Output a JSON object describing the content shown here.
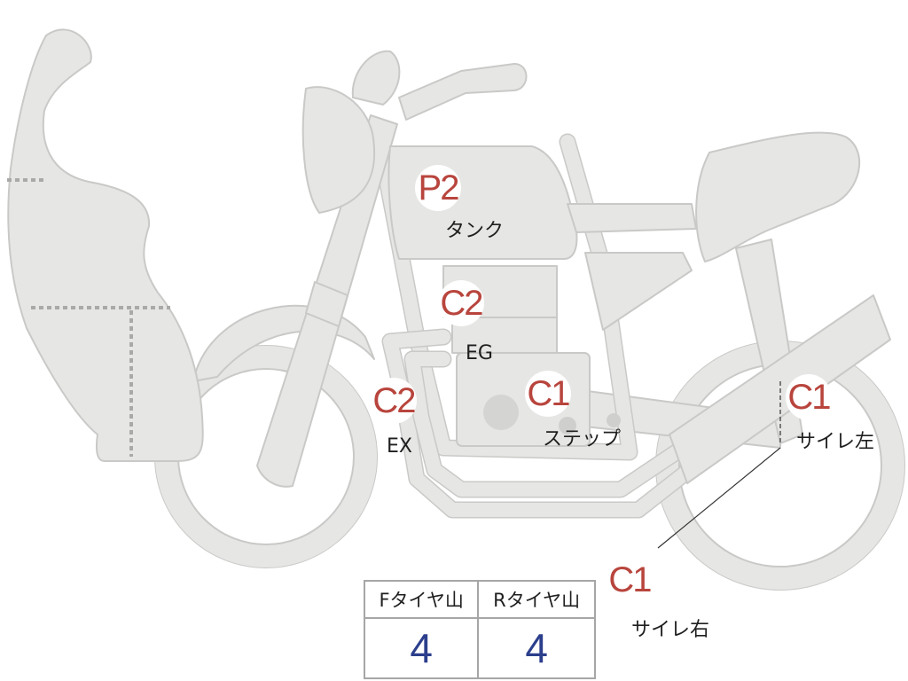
{
  "points": {
    "tank": {
      "grade": "P2",
      "label": "タンク"
    },
    "engine": {
      "grade": "C2",
      "label": "EG"
    },
    "exhaust": {
      "grade": "C2",
      "label": "EX"
    },
    "step": {
      "grade": "C1",
      "label": "ステップ"
    },
    "silencer_left": {
      "grade": "C1",
      "label": "サイレ左"
    },
    "silencer_right": {
      "grade": "C1",
      "label": "サイレ右"
    }
  },
  "tire_table": {
    "headers": [
      "Fタイヤ山",
      "Rタイヤ山"
    ],
    "values": [
      "4",
      "4"
    ]
  },
  "colors": {
    "body_fill": "#e6e6e4",
    "outline": "#c7c7c5",
    "grade_text": "#b8453d",
    "tire_value": "#2c3f8c"
  }
}
